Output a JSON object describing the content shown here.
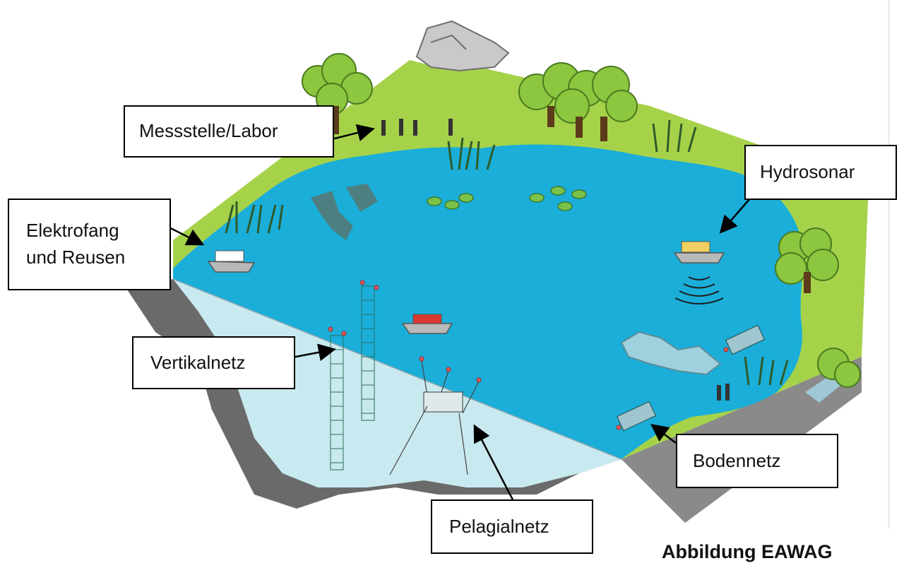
{
  "labels": {
    "messstelle": "Messstelle/Labor",
    "elektrofang_line1": "Elektrofang",
    "elektrofang_line2": "und Reusen",
    "hydrosonar": "Hydrosonar",
    "vertikalnetz": "Vertikalnetz",
    "bodennetz": "Bodennetz",
    "pelagialnetz": "Pelagialnetz"
  },
  "credit": "Abbildung EAWAG",
  "colors": {
    "water": "#1aaed9",
    "underwater": "#c8e9ef",
    "grass": "#a6d24a",
    "ground": "#6a6a6a",
    "ground_top": "#8a8a8a",
    "tree": "#8dc63f",
    "rock": "#c9c9c9"
  }
}
